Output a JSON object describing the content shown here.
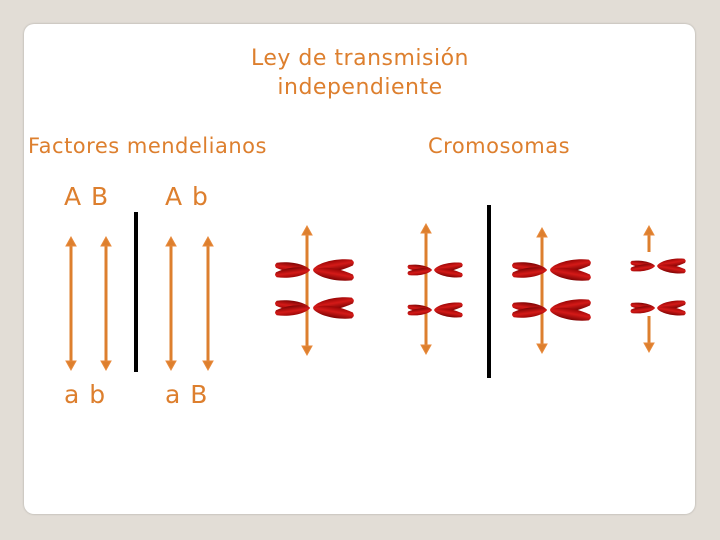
{
  "title_line1": "Ley de transmisión",
  "title_line2": "independiente",
  "heading_left": "Factores mendelianos",
  "heading_right": "Cromosomas",
  "alleles": {
    "top_left": "A B",
    "top_right": "A b",
    "bottom_left": "a b",
    "bottom_right": "a B"
  },
  "colors": {
    "accent": "#dd7f2e",
    "chromosome": "#c0110f",
    "divider": "#000000"
  }
}
